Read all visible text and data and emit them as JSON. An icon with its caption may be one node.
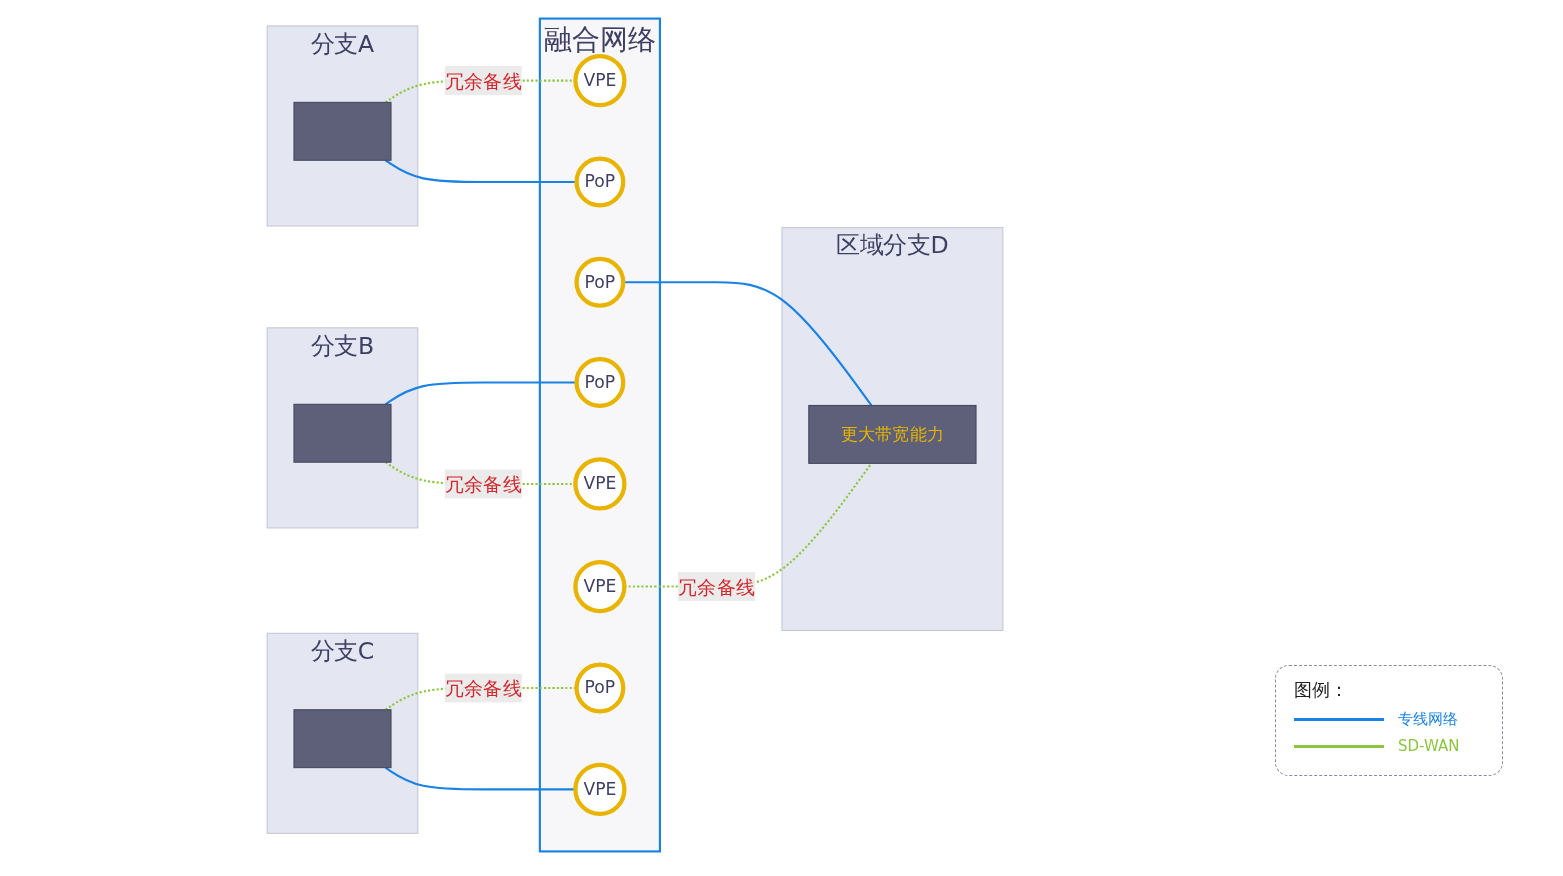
{
  "diagram": {
    "nodes": [
      {
        "text": [
          "分支A"
        ]
      },
      {
        "text": [],
        "shape": "box",
        "in": 0
      },
      {
        "text": [
          "分支B"
        ]
      },
      {
        "text": [],
        "shape": "box",
        "in": 2
      },
      {
        "text": [
          "分支C"
        ]
      },
      {
        "text": [],
        "shape": "box",
        "in": 4
      },
      {
        "text": [
          "区域分支D"
        ]
      },
      {
        "text": [
          "更大带宽能力"
        ],
        "in": 6
      },
      {
        "text": [
          "融合网络"
        ]
      },
      {
        "text": [
          "VPE"
        ],
        "in": 8
      },
      {
        "text": [
          "PoP"
        ],
        "in": 8
      },
      {
        "text": [
          "PoP"
        ],
        "in": 8
      },
      {
        "text": [
          "PoP"
        ],
        "in": 8
      },
      {
        "text": [
          "VPE"
        ],
        "in": 8
      },
      {
        "text": [
          "VPE"
        ],
        "in": 8
      },
      {
        "text": [
          "PoP"
        ],
        "in": 8
      },
      {
        "text": [
          "VPE"
        ],
        "in": 8
      }
    ],
    "edges": [
      {
        "from": 1,
        "to": 10,
        "arrow": "none",
        "color": "#1a82e2"
      },
      {
        "from": 1,
        "to": 9,
        "arrow": "none",
        "style": "dashed",
        "color": "#8cc63f",
        "label": "冗余备线"
      },
      {
        "from": 3,
        "to": 12,
        "arrow": "none",
        "color": "#1a82e2"
      },
      {
        "from": 3,
        "to": 13,
        "arrow": "none",
        "style": "dashed",
        "color": "#8cc63f",
        "label": "冗余备线"
      },
      {
        "from": 5,
        "to": 15,
        "arrow": "none",
        "style": "dashed",
        "color": "#8cc63f",
        "label": "冗余备线"
      },
      {
        "from": 5,
        "to": 16,
        "arrow": "none",
        "color": "#1a82e2"
      },
      {
        "from": 11,
        "to": 7,
        "arrow": "none",
        "color": "#1a82e2"
      },
      {
        "from": 14,
        "to": 7,
        "arrow": "none",
        "style": "dashed",
        "color": "#8cc63f",
        "label": "冗余备线"
      }
    ],
    "labels": [
      "图例："
    ],
    "legend": [
      {
        "text": "专线网络"
      },
      {
        "text": "SD-WAN"
      }
    ]
  }
}
